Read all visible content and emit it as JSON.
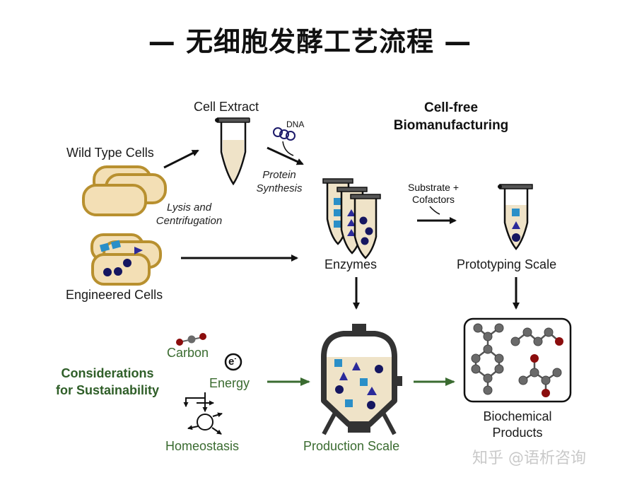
{
  "title": "— 无细胞发酵工艺流程 —",
  "title_text": "无细胞发酵工艺流程",
  "labels": {
    "wild_type_cells": "Wild Type Cells",
    "engineered_cells": "Engineered Cells",
    "cell_extract": "Cell Extract",
    "dna": "DNA",
    "protein_synthesis_1": "Protein",
    "protein_synthesis_2": "Synthesis",
    "lysis_1": "Lysis and",
    "lysis_2": "Centrifugation",
    "cell_free_1": "Cell-free",
    "cell_free_2": "Biomanufacturing",
    "substrate_1": "Substrate +",
    "substrate_2": "Cofactors",
    "enzymes": "Enzymes",
    "prototyping_scale": "Prototyping Scale",
    "considerations_1": "Considerations",
    "considerations_2": "for Sustainability",
    "carbon": "Carbon",
    "energy": "Energy",
    "energy_symbol": "e",
    "homeostasis": "Homeostasis",
    "production_scale": "Production Scale",
    "biochemical_1": "Biochemical",
    "biochemical_2": "Products"
  },
  "watermark": "知乎 @语析咨询",
  "colors": {
    "cell_fill": "#f3dfb5",
    "cell_stroke": "#b8902f",
    "extract_fill": "#efe3c8",
    "square": "#2a8fc8",
    "triangle": "#2b2a9a",
    "circle": "#151660",
    "green": "#3a6b30",
    "atom_gray": "#6a6a6a",
    "atom_red": "#8b0d0d"
  }
}
